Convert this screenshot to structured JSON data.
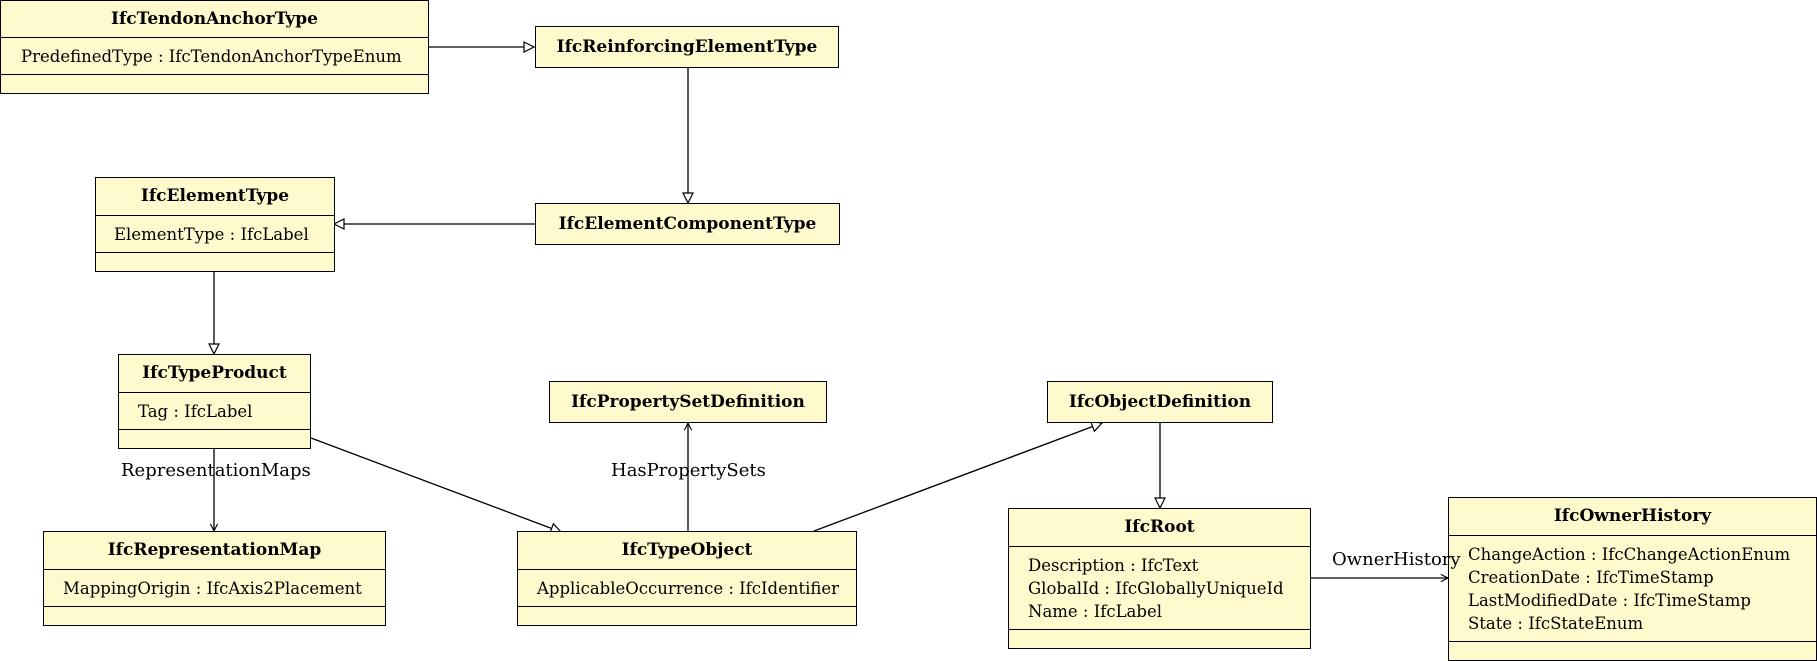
{
  "classes": {
    "tendon_anchor": {
      "name": "IfcTendonAnchorType",
      "attrs": [
        "PredefinedType : IfcTendonAnchorTypeEnum"
      ]
    },
    "reinforcing": {
      "name": "IfcReinforcingElementType"
    },
    "element_type": {
      "name": "IfcElementType",
      "attrs": [
        "ElementType : IfcLabel"
      ]
    },
    "element_component": {
      "name": "IfcElementComponentType"
    },
    "type_product": {
      "name": "IfcTypeProduct",
      "attrs": [
        "Tag : IfcLabel"
      ]
    },
    "pset_def": {
      "name": "IfcPropertySetDefinition"
    },
    "object_def": {
      "name": "IfcObjectDefinition"
    },
    "rep_map": {
      "name": "IfcRepresentationMap",
      "attrs": [
        "MappingOrigin : IfcAxis2Placement"
      ]
    },
    "type_object": {
      "name": "IfcTypeObject",
      "attrs": [
        "ApplicableOccurrence : IfcIdentifier"
      ]
    },
    "root": {
      "name": "IfcRoot",
      "attrs": [
        "Description : IfcText",
        "GlobalId : IfcGloballyUniqueId",
        "Name : IfcLabel"
      ]
    },
    "owner_history": {
      "name": "IfcOwnerHistory",
      "attrs": [
        "ChangeAction : IfcChangeActionEnum",
        "CreationDate : IfcTimeStamp",
        "LastModifiedDate : IfcTimeStamp",
        "State : IfcStateEnum"
      ]
    }
  },
  "labels": {
    "representation_maps": "RepresentationMaps",
    "has_property_sets": "HasPropertySets",
    "owner_history": "OwnerHistory"
  },
  "colors": {
    "box_fill": "#fffacd",
    "line": "#000000"
  }
}
